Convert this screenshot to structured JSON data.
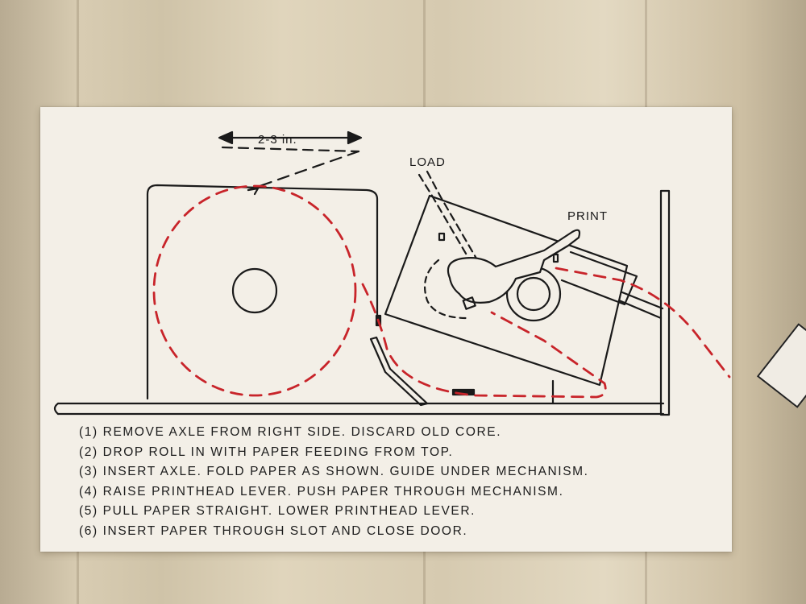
{
  "labels": {
    "width": "2-3 in.",
    "load": "LOAD",
    "print": "PRINT"
  },
  "steps": [
    "(1) REMOVE AXLE FROM RIGHT SIDE. DISCARD OLD CORE.",
    "(2) DROP ROLL IN WITH PAPER FEEDING FROM TOP.",
    "(3) INSERT AXLE. FOLD PAPER AS SHOWN. GUIDE UNDER MECHANISM.",
    "(4) RAISE PRINTHEAD LEVER. PUSH PAPER THROUGH MECHANISM.",
    "(5) PULL PAPER STRAIGHT. LOWER PRINTHEAD LEVER.",
    "(6) INSERT PAPER THROUGH SLOT AND CLOSE DOOR."
  ],
  "colors": {
    "line": "#1a1a1a",
    "paper_path": "#c8242a",
    "sticker": "#f3efe7"
  }
}
